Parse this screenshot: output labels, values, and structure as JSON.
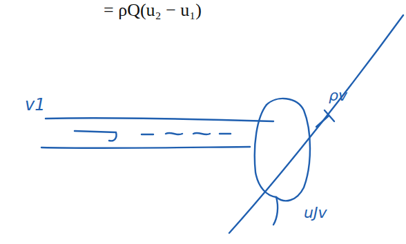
{
  "diagram": {
    "labels": [
      "= ρQ(u₂ − u₁)",
      "v1",
      "ρv",
      "uJv"
    ]
  }
}
